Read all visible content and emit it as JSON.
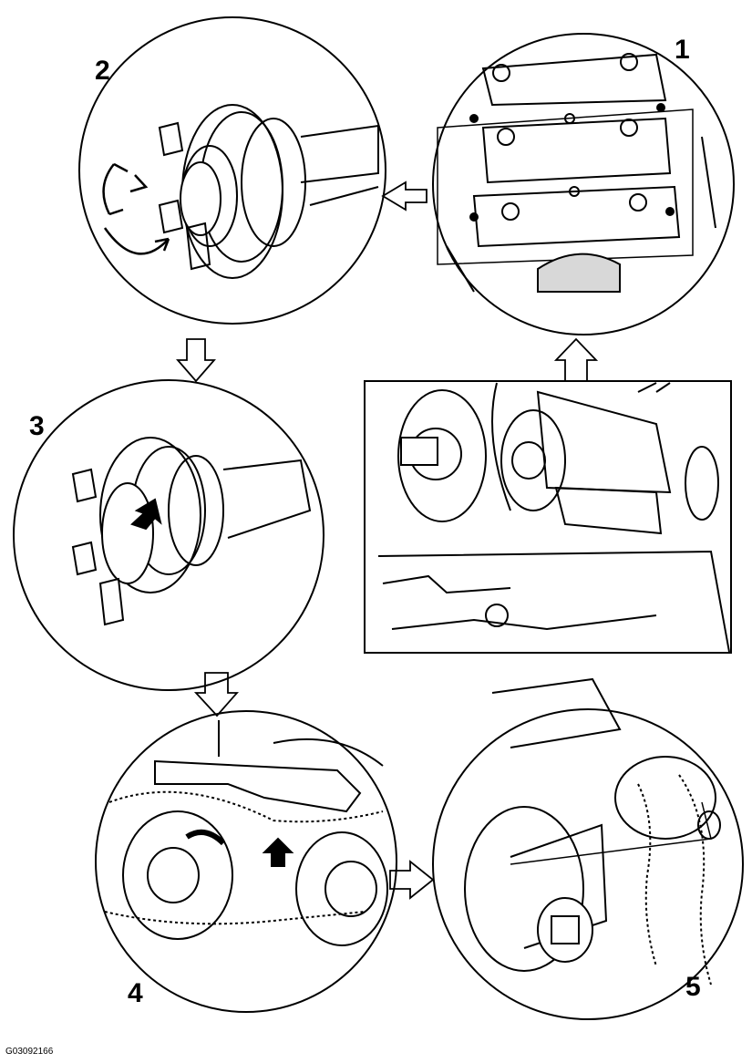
{
  "steps": [
    {
      "label": "1"
    },
    {
      "label": "2"
    },
    {
      "label": "3"
    },
    {
      "label": "4"
    },
    {
      "label": "5"
    }
  ],
  "figure_code": "G03092166",
  "colors": {
    "ink": "#000000",
    "paper": "#ffffff",
    "shade": "#d8d8d8"
  }
}
